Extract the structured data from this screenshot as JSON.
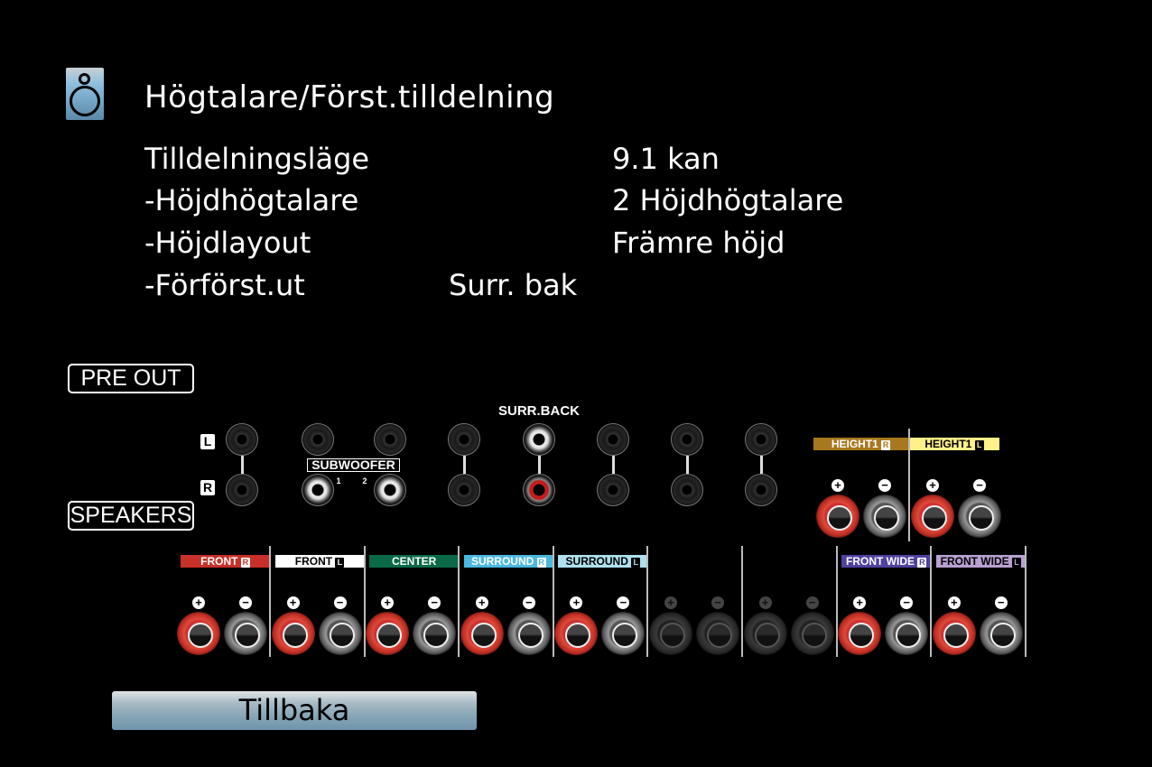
{
  "header": {
    "title": "Högtalare/Först.tilldelning",
    "icon": "speaker-icon"
  },
  "settings": [
    {
      "label": "Tilldelningsläge",
      "value": "9.1 kan"
    },
    {
      "label": "-Höjdhögtalare",
      "value": "2 Höjdhögtalare"
    },
    {
      "label": "-Höjdlayout",
      "value": "Främre höjd"
    },
    {
      "label": "-Förförst.ut",
      "value": "Surr. bak"
    }
  ],
  "panel": {
    "pre_out": "PRE OUT",
    "speakers": "SPEAKERS",
    "left_badge": "L",
    "right_badge": "R",
    "subwoofer": "SUBWOOFER",
    "sub1": "1",
    "sub2": "2",
    "surr_back": "SURR.BACK",
    "height_labels": [
      {
        "text": "HEIGHT1",
        "side": "R",
        "color": "#a87820",
        "fg": "#ffffff"
      },
      {
        "text": "HEIGHT1",
        "side": "L",
        "color": "#fff08a",
        "fg": "#000000"
      }
    ],
    "speaker_labels": [
      {
        "text": "FRONT",
        "side": "R",
        "color": "#c8302a",
        "fg": "#ffffff"
      },
      {
        "text": "FRONT",
        "side": "L",
        "color": "#ffffff",
        "fg": "#000000"
      },
      {
        "text": "CENTER",
        "side": "",
        "color": "#0a6a48",
        "fg": "#ffffff"
      },
      {
        "text": "SURROUND",
        "side": "R",
        "color": "#4ab8e0",
        "fg": "#ffffff"
      },
      {
        "text": "SURROUND",
        "side": "L",
        "color": "#aee0ee",
        "fg": "#000000"
      },
      {
        "text": "",
        "side": "",
        "color": "",
        "fg": ""
      },
      {
        "text": "",
        "side": "",
        "color": "",
        "fg": ""
      },
      {
        "text": "FRONT WIDE",
        "side": "R",
        "color": "#5040a0",
        "fg": "#ffffff"
      },
      {
        "text": "FRONT WIDE",
        "side": "L",
        "color": "#b8a0d0",
        "fg": "#000000"
      }
    ],
    "plus": "+",
    "minus": "−"
  },
  "footer": {
    "back_label": "Tillbaka"
  }
}
